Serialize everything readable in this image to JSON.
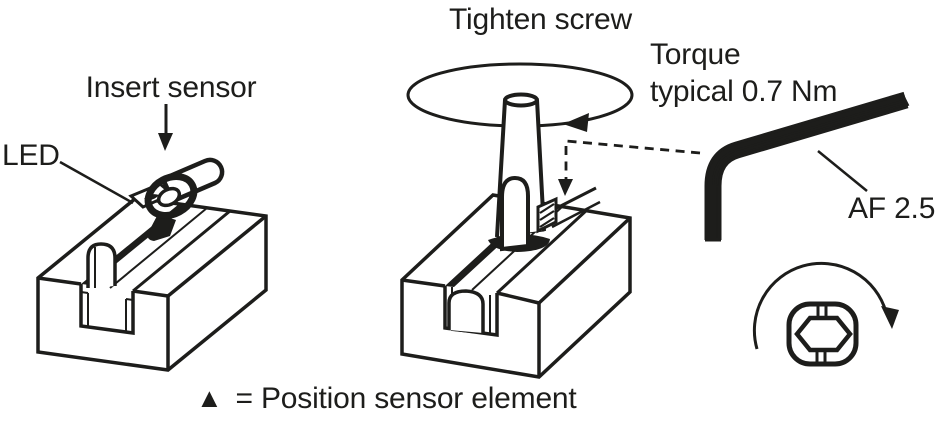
{
  "labels": {
    "insert_sensor": "Insert sensor",
    "led": "LED",
    "tighten_screw": "Tighten screw",
    "torque_line1": "Torque",
    "torque_line2": "typical 0.7 Nm",
    "af_size": "AF 2.5"
  },
  "legend": {
    "symbol": "▲",
    "text": "= Position sensor element"
  },
  "colors": {
    "ink": "#1d1d1b",
    "background": "#ffffff"
  }
}
